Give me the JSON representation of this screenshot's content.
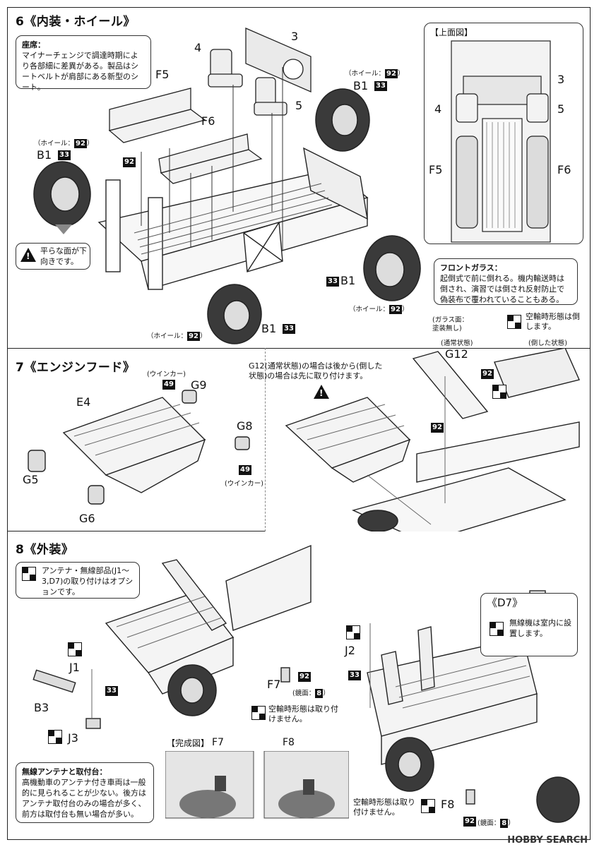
{
  "step6": {
    "title": "6《内装・ホイール》",
    "seat_note_title": "座席：",
    "seat_note": "マイナーチェンジで調達時期により各部細に差異がある。製品はシートベルトが肩部にある新型のシート。",
    "parts": {
      "f5": "F5",
      "f6": "F6",
      "p3": "3",
      "p4": "4",
      "p5": "5",
      "b1": "B1"
    },
    "wheel_label": "（ホイール：",
    "wheel_label_end": "）",
    "flat_note": "平らな面が下向きです。",
    "top_view_title": "【上面図】",
    "windshield_title": "フロントガラス：",
    "windshield_note": "起倒式で前に倒れる。機内輸送時は倒され、演習では倒され反射防止で偽装布で覆われていることもある。",
    "airborne_note": "空輸時形態は倒します。"
  },
  "step7": {
    "title": "7《エンジンフード》",
    "warning": "G12(通常状態)の場合は後から(倒した状態)の場合は先に取り付けます。",
    "glass_note": "(ガラス面：塗装無し)",
    "normal_state": "(通常状態)",
    "folded_state": "(倒した状態)",
    "winker": "(ウインカー)",
    "parts": {
      "e4": "E4",
      "g5": "G5",
      "g6": "G6",
      "g8": "G8",
      "g9": "G9",
      "g12": "G12"
    }
  },
  "step8": {
    "title": "8《外装》",
    "antenna_option": "アンテナ・無線部品(J1～3,D7)の取り付けはオプションです。",
    "parts": {
      "j1": "J1",
      "j2": "J2",
      "j3": "J3",
      "b3": "B3",
      "f7": "F7",
      "f8": "F8",
      "d7": "《D7》"
    },
    "mirror": "(鏡面：",
    "mirror_end": "）",
    "airborne_no_install": "空輸時形態は取り付けません。",
    "radio_inside": "無線機は室内に設置します。",
    "complete_title": "【完成図】",
    "radio_title": "無線アンテナと取付台：",
    "radio_note": "高機動車のアンテナ付き車両は一般的に見られることが少ない。後方はアンテナ取付台のみの場合が多く、前方は取付台も無い場合が多い。"
  },
  "paint_numbers": {
    "n92": "92",
    "n33": "33",
    "n49": "49",
    "n8": "8"
  },
  "watermark": "HOBBY SEARCH"
}
